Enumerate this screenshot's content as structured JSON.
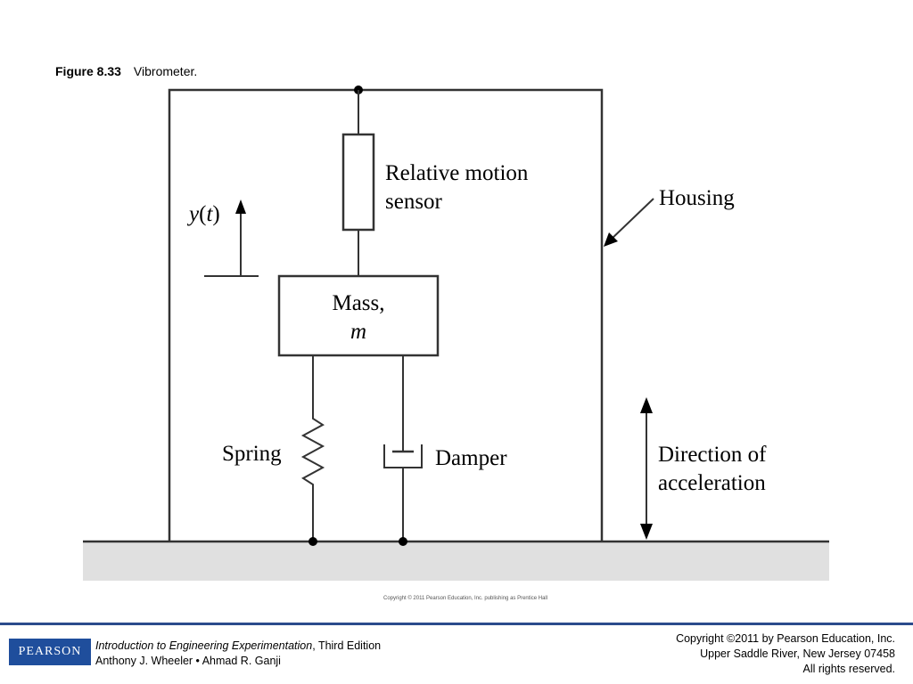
{
  "caption": {
    "figure_number": "Figure 8.33",
    "figure_title": "Vibrometer."
  },
  "diagram": {
    "labels": {
      "sensor_line1": "Relative motion",
      "sensor_line2": "sensor",
      "housing": "Housing",
      "displacement_y": "y",
      "displacement_paren_open": "(",
      "displacement_t": "t",
      "displacement_paren_close": ")",
      "mass_line1": "Mass,",
      "mass_line2": "m",
      "spring": "Spring",
      "damper": "Damper",
      "direction_line1": "Direction of",
      "direction_line2": "acceleration"
    },
    "colors": {
      "line": "#333333",
      "ground": "#e0e0e0"
    }
  },
  "image_copyright": "Copyright © 2011 Pearson Education, Inc. publishing as Prentice Hall",
  "footer": {
    "logo_text": "PEARSON",
    "book_title": "Introduction to Engineering Experimentation",
    "book_edition": ", Third Edition",
    "authors": "Anthony J. Wheeler • Ahmad R. Ganji",
    "copyright_line1": "Copyright ©2011 by Pearson Education, Inc.",
    "copyright_line2": "Upper Saddle River, New Jersey 07458",
    "copyright_line3": "All rights reserved.",
    "accent_color": "#2b4b8c"
  }
}
